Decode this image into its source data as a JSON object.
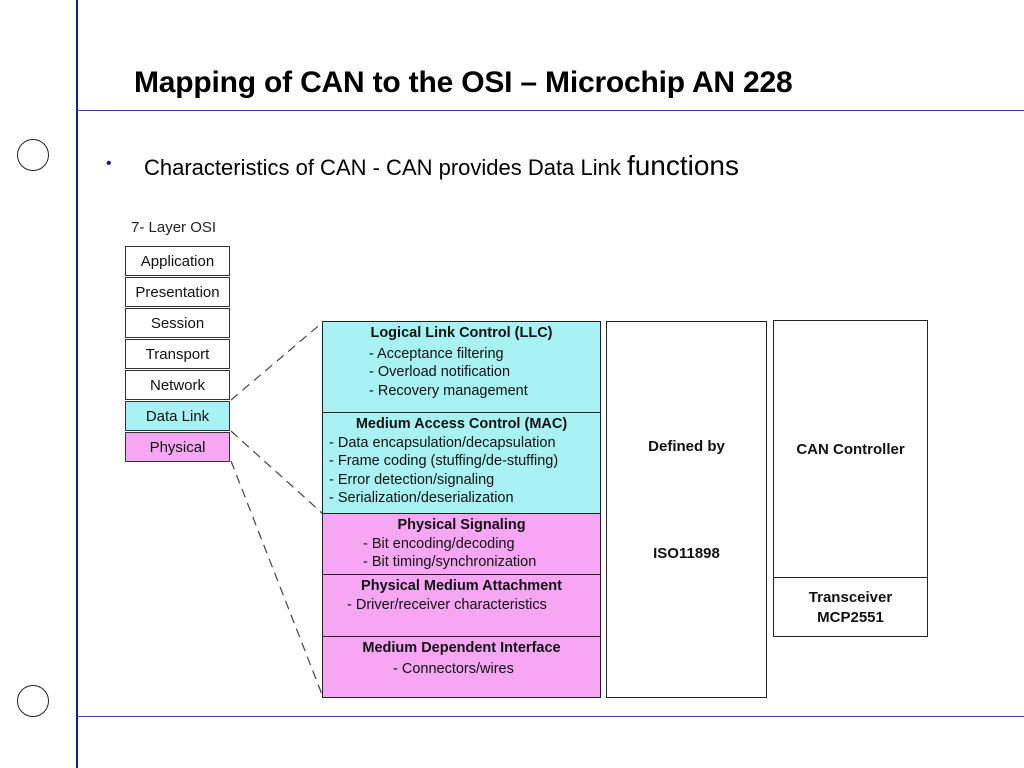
{
  "slide": {
    "title": "Mapping of CAN to the OSI – Microchip AN 228",
    "bullet_part1": "Characteristics of CAN - CAN provides Data Link ",
    "bullet_part2": "functions"
  },
  "osi": {
    "heading": "7- Layer OSI",
    "layers": [
      "Application",
      "Presentation",
      "Session",
      "Transport",
      "Network",
      "Data Link",
      "Physical"
    ]
  },
  "can_layers": {
    "llc": {
      "title": "Logical Link Control (LLC)",
      "items": [
        "- Acceptance filtering",
        "- Overload notification",
        "- Recovery management"
      ]
    },
    "mac": {
      "title": "Medium Access Control (MAC)",
      "items": [
        "- Data encapsulation/decapsulation",
        "- Frame coding (stuffing/de-stuffing)",
        "- Error detection/signaling",
        "- Serialization/deserialization"
      ]
    },
    "ps": {
      "title": "Physical Signaling",
      "items": [
        "- Bit encoding/decoding",
        "- Bit timing/synchronization"
      ]
    },
    "pma": {
      "title": "Physical Medium Attachment",
      "items": [
        "- Driver/receiver characteristics"
      ]
    },
    "mdi": {
      "title": "Medium Dependent Interface",
      "items": [
        "- Connectors/wires"
      ]
    }
  },
  "defined_by": {
    "label": "Defined by",
    "standard": "ISO11898"
  },
  "implementation": {
    "controller": "CAN Controller",
    "transceiver_line1": "Transceiver",
    "transceiver_line2": "MCP2551"
  },
  "colors": {
    "data_link": "#a8f2f4",
    "physical": "#f6a6f2",
    "rule_line": "#1a1a8c"
  }
}
